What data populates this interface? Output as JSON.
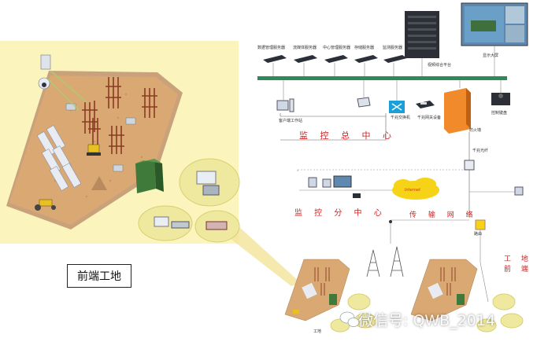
{
  "site_label": "前端工地",
  "center": {
    "title": "监 控 总 中 心",
    "servers": [
      "数据管理服务器",
      "流媒体服务器",
      "中心管理服务器",
      "存储服务器",
      "监测服务器"
    ],
    "matrix_label": "视频综合平台",
    "wall_label": "显示大屏",
    "client_label": "客户端工作站",
    "switch_label": "千兆交换机",
    "storage_label": "千兆网关设备",
    "firewall_label": "防火墙",
    "keyboard_label": "控制键盘",
    "optic_label": "千兆光纤"
  },
  "sub_center": {
    "title": "监 控 分 中 心",
    "internet_label": "Internet"
  },
  "network": {
    "title": "传 输 网 络"
  },
  "field": {
    "title": "工 地 前 端",
    "site_label": "工地",
    "router_label": "路由"
  },
  "watermark": "微信号: QWB_2014",
  "colors": {
    "bus": "#2e8b57",
    "accent_red": "#d42020",
    "yellow_panel": "#fbf5bd",
    "ground": "#d8a068"
  }
}
